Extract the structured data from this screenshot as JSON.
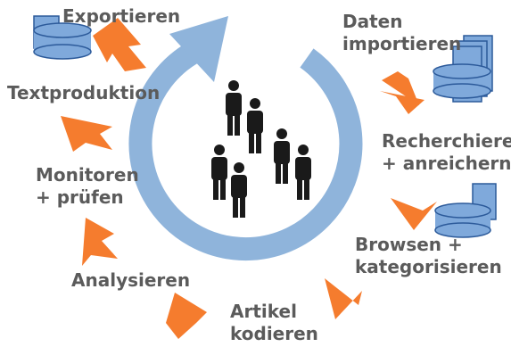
{
  "colors": {
    "cycle_ring": "#8fb4db",
    "step_arrow": "#f57c2e",
    "label_text": "#5b5b5b",
    "database": "#7fa9db",
    "database_outline": "#2c5a9a",
    "people": "#1a1a1a"
  },
  "icons": [
    "cycle-arrow-icon",
    "step-arrow-icon",
    "database-icon",
    "document-stack-icon",
    "people-group-icon"
  ],
  "steps": {
    "daten_importieren": {
      "line1": "Daten",
      "line2": "importieren"
    },
    "recherchieren": {
      "line1": "Recherchieren",
      "line2": "+ anreichern"
    },
    "browsen": {
      "line1": "Browsen +",
      "line2": "kategorisieren"
    },
    "artikel_kodieren": {
      "line1": "Artikel",
      "line2": "kodieren"
    },
    "analysieren": {
      "line1": "Analysieren"
    },
    "monitoren": {
      "line1": "Monitoren",
      "line2": "+ prüfen"
    },
    "textproduktion": {
      "line1": "Textproduktion"
    },
    "exportieren": {
      "line1": "Exportieren"
    }
  }
}
